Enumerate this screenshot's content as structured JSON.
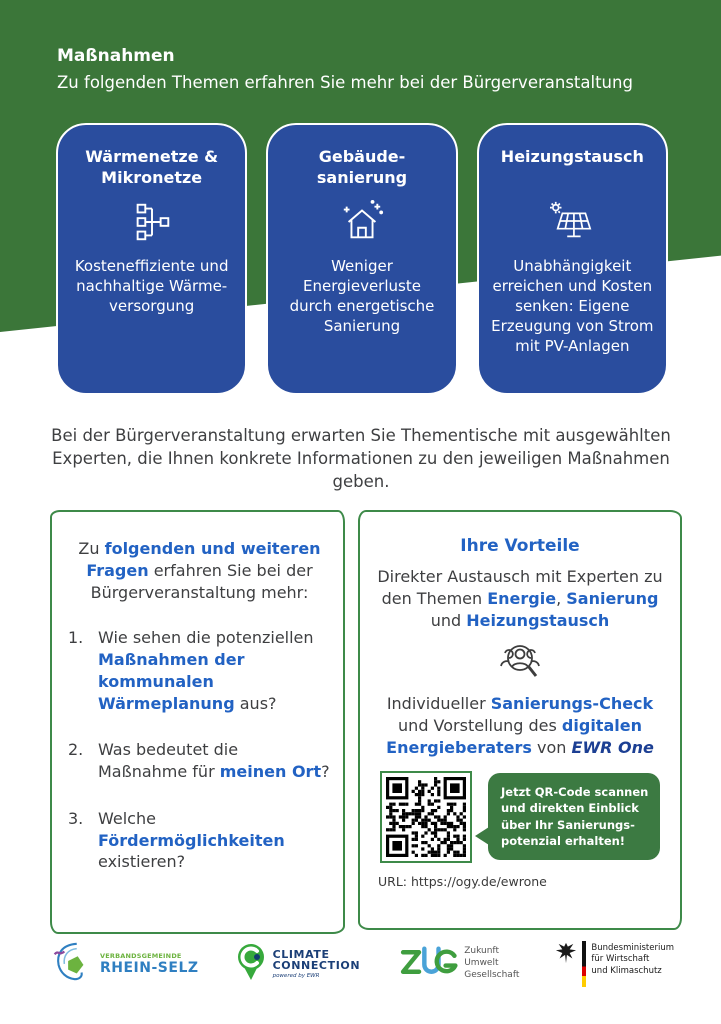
{
  "colors": {
    "header_green": "#3B7639",
    "card_blue": "#2A4D9E",
    "accent_blue": "#2262C3",
    "navy_blue": "#1C3F93",
    "box_border_green": "#3E8A49",
    "bubble_green": "#3C7A42",
    "body_text": "#3E3F41"
  },
  "header": {
    "title": "Maßnahmen",
    "subtitle": "Zu folgenden Themen erfahren Sie mehr bei der Bürgerveranstaltung"
  },
  "cards": [
    {
      "title": "Wärmenetze & Mikronetze",
      "icon": "network-icon",
      "body": "Kosteneffiziente und nachhaltige Wärme-versorgung"
    },
    {
      "title": "Gebäude-sanierung",
      "icon": "house-sparkle-icon",
      "body": "Weniger Energieverluste durch energetische Sanierung"
    },
    {
      "title": "Heizungstausch",
      "icon": "solar-panel-icon",
      "body": "Unabhängigkeit erreichen und Kosten senken: Eigene Erzeugung von Strom mit PV-Anlagen"
    }
  ],
  "intro_paragraph": "Bei der Bürgerveranstaltung erwarten Sie Thementische mit ausgewählten Experten, die Ihnen konkrete Informationen zu den jeweiligen Maßnahmen geben.",
  "questions_box": {
    "intro": [
      {
        "t": "Zu "
      },
      {
        "t": "folgenden und weiteren Fragen",
        "c": "b"
      },
      {
        "t": " erfahren Sie bei der Bürgerveranstaltung mehr:"
      }
    ],
    "items": [
      {
        "num": "1.",
        "segments": [
          {
            "t": "Wie sehen die potenziellen "
          },
          {
            "t": "Maßnahmen der kommunalen Wärmeplanung",
            "c": "b"
          },
          {
            "t": " aus?"
          }
        ]
      },
      {
        "num": "2.",
        "segments": [
          {
            "t": "Was bedeutet die Maßnahme für "
          },
          {
            "t": "meinen Ort",
            "c": "b"
          },
          {
            "t": "?"
          }
        ]
      },
      {
        "num": "3.",
        "segments": [
          {
            "t": "Welche "
          },
          {
            "t": "Fördermöglichkeiten",
            "c": "b"
          },
          {
            "t": " existieren?"
          }
        ]
      }
    ]
  },
  "benefits_box": {
    "heading": "Ihre Vorteile",
    "para1": [
      {
        "t": "Direkter Austausch mit Experten zu den Themen "
      },
      {
        "t": "Energie",
        "c": "b"
      },
      {
        "t": ", "
      },
      {
        "t": "Sanierung",
        "c": "b"
      },
      {
        "t": " und "
      },
      {
        "t": "Heizungstausch",
        "c": "b"
      }
    ],
    "icon": "experts-search-icon",
    "para2": [
      {
        "t": "Individueller "
      },
      {
        "t": "Sanierungs-Check",
        "c": "b"
      },
      {
        "t": " und Vorstellung des "
      },
      {
        "t": "digitalen Energieberaters",
        "c": "b"
      },
      {
        "t": " von "
      },
      {
        "t": "EWR One",
        "c": "bi"
      }
    ],
    "qr_bubble": "Jetzt QR-Code scannen und direkten Einblick über Ihr Sanierungs­potenzial erhalten!",
    "url": "URL: https://ogy.de/ewrone"
  },
  "footer_logos": {
    "rhein_selz": {
      "line1": "VERBANDSGEMEINDE",
      "line2": "RHEIN-SELZ"
    },
    "climate_connection": {
      "line1": "CLIMATE",
      "line2": "CONNECTION",
      "sub": "powered by EWR"
    },
    "zug": {
      "lines": "Zukunft Umwelt Gesellschaft",
      "line1": "Zukunft",
      "line2": "Umwelt",
      "line3": "Gesellschaft"
    },
    "bmwk": {
      "line1": "Bundesministerium",
      "line2": "für Wirtschaft",
      "line3": "und Klimaschutz"
    }
  }
}
